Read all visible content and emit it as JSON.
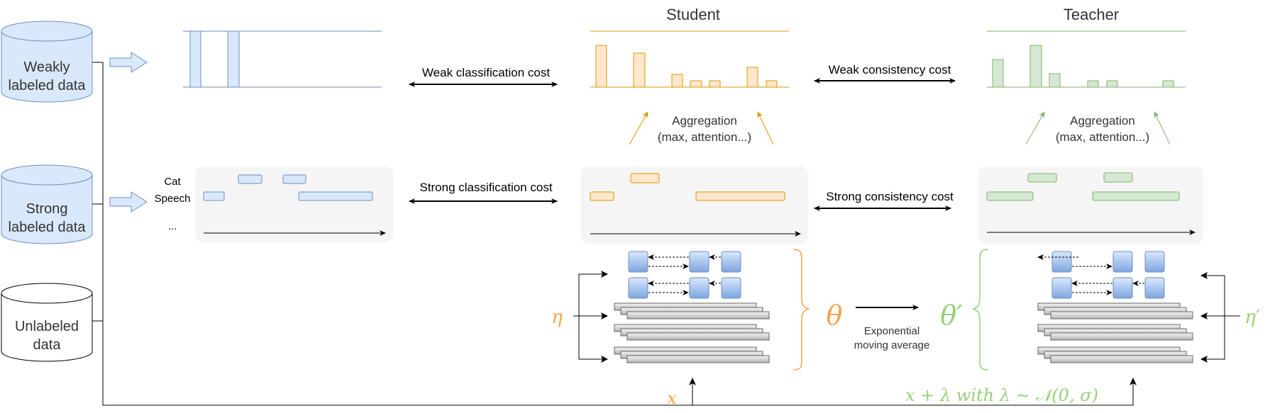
{
  "datasets": [
    {
      "name": "weakly",
      "lines": [
        "Weakly",
        "labeled data"
      ]
    },
    {
      "name": "strong",
      "lines": [
        "Strong",
        "labeled data"
      ]
    },
    {
      "name": "unlabeled",
      "lines": [
        "Unlabeled",
        "data"
      ]
    }
  ],
  "strong_labels": {
    "cat": "Cat",
    "speech": "Speech",
    "more": "..."
  },
  "costs": {
    "weak_classification": "Weak classification cost",
    "strong_classification": "Strong classification cost",
    "weak_consistency": "Weak consistency cost",
    "strong_consistency": "Strong consistency cost"
  },
  "student": {
    "title": "Student",
    "aggregation": [
      "Aggregation",
      "(max, attention...)"
    ],
    "params": "θ",
    "noise": "η",
    "input": "x"
  },
  "teacher": {
    "title": "Teacher",
    "aggregation": [
      "Aggregation",
      "(max, attention...)"
    ],
    "params": "θ′",
    "noise": "η′",
    "input": "x + λ with λ ∼ 𝒩(0, σ)"
  },
  "ema": [
    "Exponential",
    "moving average"
  ],
  "colors": {
    "blue_stroke": "#6c8ebf",
    "blue_fill": "#dae8fc",
    "orange_stroke": "#d79b00",
    "orange_fill": "#ffe6cc",
    "green_stroke": "#82b366",
    "green_fill": "#d5e8d4",
    "orange_text": "#f5a34a",
    "green_text": "#97d077",
    "panel": "#f5f5f5"
  }
}
